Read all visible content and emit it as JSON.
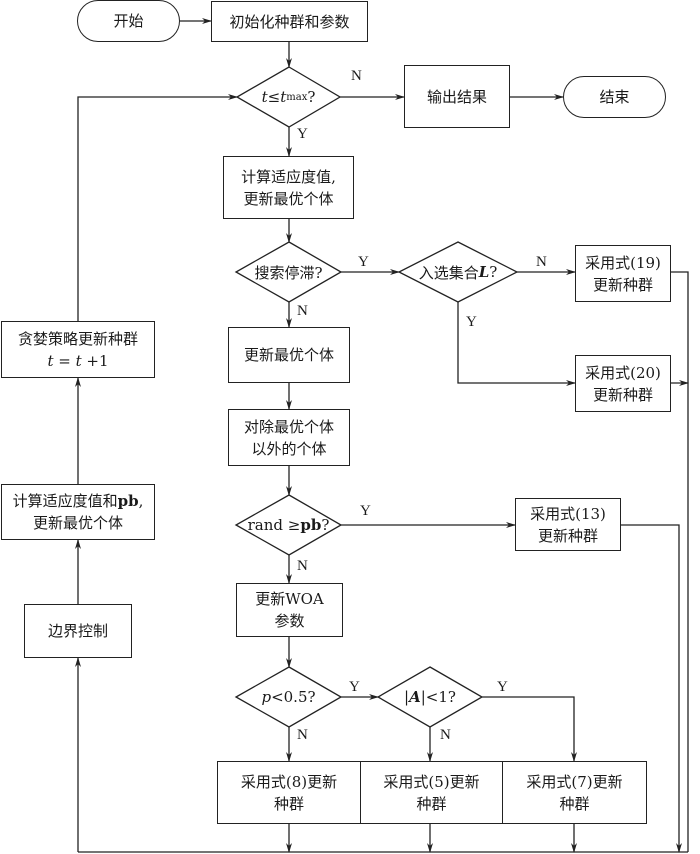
{
  "nodes": {
    "start": "开始",
    "init": "初始化种群和参数",
    "cond_iter": {
      "lhs": "t",
      "op": " ≤ ",
      "rhs": "t",
      "rhs_sub": "max",
      "q": "?"
    },
    "output": "输出结果",
    "end": "结束",
    "calc_fitness": {
      "line1": "计算适应度值,",
      "line2": "更新最优个体"
    },
    "cond_stagnation": "搜索停滞?",
    "cond_in_set": {
      "text": "入选集合",
      "var": "L",
      "q": "?"
    },
    "eq19": {
      "line1": "采用式(19)",
      "line2": "更新种群"
    },
    "eq20": {
      "line1": "采用式(20)",
      "line2": "更新种群"
    },
    "update_best": "更新最优个体",
    "others": {
      "line1": "对除最优个体",
      "line2": "以外的个体"
    },
    "cond_rand": {
      "text": "rand ≥ ",
      "var": "pb",
      "q": "?"
    },
    "eq13": {
      "line1": "采用式(13)",
      "line2": "更新种群"
    },
    "update_woa": {
      "line1": "更新WOA",
      "line2": "参数"
    },
    "cond_p": {
      "var": "p",
      "text": "<0.5?"
    },
    "cond_A": {
      "pre": "|",
      "var": "A",
      "post": "|<1?"
    },
    "eq8": {
      "line1": "采用式(8)更新",
      "line2": "种群"
    },
    "eq5": {
      "line1": "采用式(5)更新",
      "line2": "种群"
    },
    "eq7": {
      "line1": "采用式(7)更新",
      "line2": "种群"
    },
    "boundary": "边界控制",
    "calc_pb": {
      "line1a": "计算适应度值和",
      "line1b": "pb",
      "line1c": ",",
      "line2": "更新最优个体"
    },
    "greedy": {
      "line1": "贪婪策略更新种群",
      "eq_l": "t",
      "eq_m": " = ",
      "eq_r": "t",
      "eq_e": " +1"
    }
  },
  "labels": {
    "iter_no": "N",
    "iter_yes": "Y",
    "stag_yes": "Y",
    "stag_no": "N",
    "set_no": "N",
    "set_yes": "Y",
    "rand_yes": "Y",
    "rand_no": "N",
    "p_yes": "Y",
    "p_no": "N",
    "A_yes": "Y",
    "A_no": "N"
  }
}
